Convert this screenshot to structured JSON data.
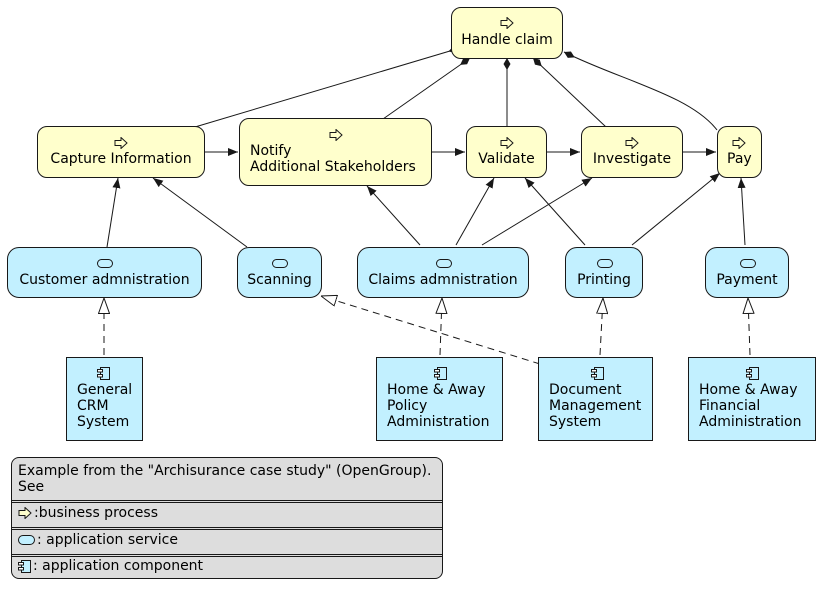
{
  "nodes": {
    "handle_claim": "Handle claim",
    "capture_information": "Capture Information",
    "notify_stakeholders": [
      "Notify",
      "Additional Stakeholders"
    ],
    "validate": "Validate",
    "investigate": "Investigate",
    "pay": "Pay",
    "customer_administration": "Customer admnistration",
    "scanning": "Scanning",
    "claims_administration": "Claims admnistration",
    "printing": "Printing",
    "payment": "Payment",
    "general_crm": [
      "General",
      "CRM",
      "System"
    ],
    "policy_admin": [
      "Home & Away",
      "Policy",
      "Administration"
    ],
    "document_mgmt": [
      "Document",
      "Management",
      "System"
    ],
    "financial_admin": [
      "Home & Away",
      "Financial",
      "Administration"
    ]
  },
  "legend": {
    "title": "Example from the \"Archisurance case study\" (OpenGroup).",
    "see": "See",
    "business_process": ":business process",
    "application_service": ": application service",
    "application_component": ": application component"
  },
  "colors": {
    "business_process_fill": "#FFFFCC",
    "application_fill": "#C2F0FF",
    "stroke": "#181818",
    "legend_fill": "#DDDDDD"
  },
  "icons": {
    "business_process": "process-arrow-icon",
    "application_service": "service-pill-icon",
    "application_component": "component-icon"
  }
}
